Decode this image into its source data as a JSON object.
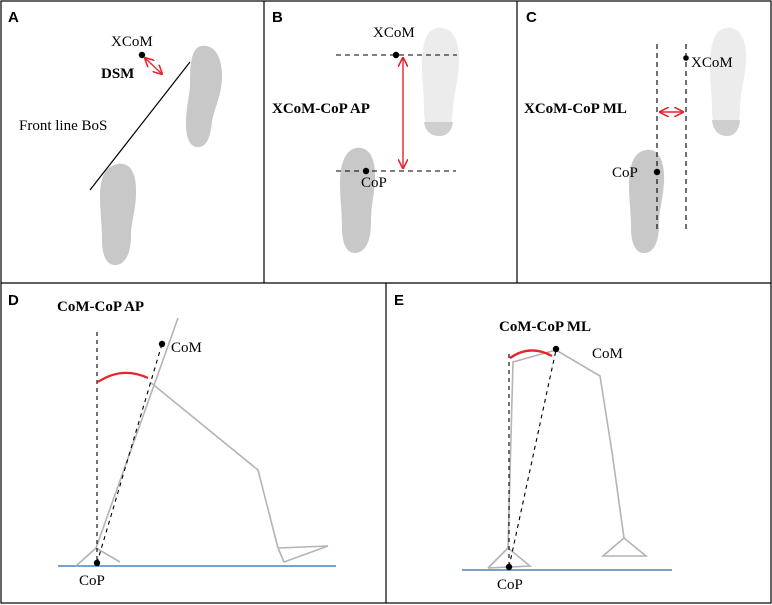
{
  "panels": {
    "a": {
      "letter": "A",
      "xcom": "XCoM",
      "dsm": "DSM",
      "front_line": "Front line  BoS"
    },
    "b": {
      "letter": "B",
      "xcom": "XCoM",
      "measure": "XCoM-CoP AP",
      "cop": "CoP"
    },
    "c": {
      "letter": "C",
      "xcom": "XCoM",
      "measure": "XCoM-CoP ML",
      "cop": "CoP"
    },
    "d": {
      "letter": "D",
      "title": "CoM-CoP AP",
      "com": "CoM",
      "cop": "CoP"
    },
    "e": {
      "letter": "E",
      "title": "CoM-CoP ML",
      "com": "CoM",
      "cop": "CoP"
    }
  },
  "colors": {
    "border": "#000000",
    "foot_dark": "#c8c8c8",
    "foot_light": "#ececec",
    "foot_heel": "#cfcfcf",
    "arrow": "#e8232a",
    "limb": "#b4b4b4",
    "ground": "#4f81bd"
  }
}
